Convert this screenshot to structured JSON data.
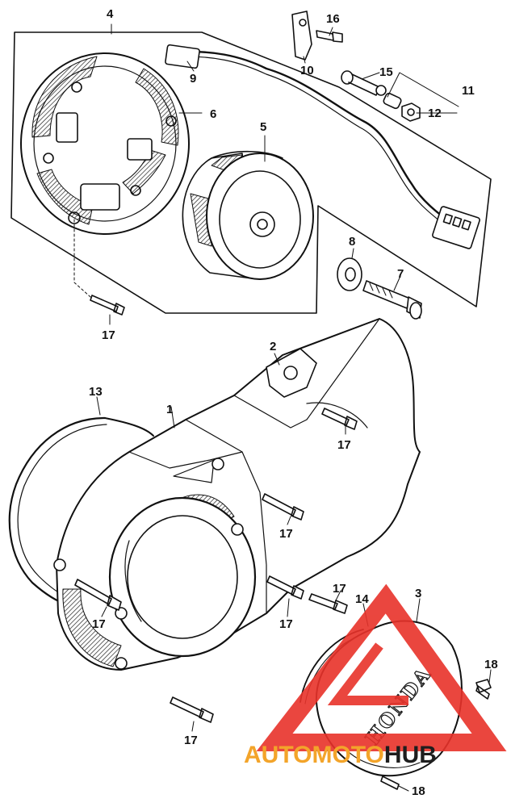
{
  "diagram": {
    "callouts": [
      {
        "id": "c4",
        "label": "4"
      },
      {
        "id": "c16",
        "label": "16"
      },
      {
        "id": "c9",
        "label": "9"
      },
      {
        "id": "c10",
        "label": "10"
      },
      {
        "id": "c15",
        "label": "15"
      },
      {
        "id": "c11",
        "label": "11"
      },
      {
        "id": "c12",
        "label": "12"
      },
      {
        "id": "c6",
        "label": "6"
      },
      {
        "id": "c5",
        "label": "5"
      },
      {
        "id": "c8",
        "label": "8"
      },
      {
        "id": "c7",
        "label": "7"
      },
      {
        "id": "c17a",
        "label": "17"
      },
      {
        "id": "c2",
        "label": "2"
      },
      {
        "id": "c13",
        "label": "13"
      },
      {
        "id": "c1",
        "label": "1"
      },
      {
        "id": "c17b",
        "label": "17"
      },
      {
        "id": "c17c",
        "label": "17"
      },
      {
        "id": "c17d",
        "label": "17"
      },
      {
        "id": "c17e",
        "label": "17"
      },
      {
        "id": "c17f",
        "label": "17"
      },
      {
        "id": "c14",
        "label": "14"
      },
      {
        "id": "c3",
        "label": "3"
      },
      {
        "id": "c18a",
        "label": "18"
      },
      {
        "id": "c17g",
        "label": "17"
      },
      {
        "id": "c18b",
        "label": "18"
      }
    ],
    "cover_emblem_text": "HONDA"
  },
  "watermark": {
    "part1": "AUTOMOTO",
    "part2": "HUB",
    "color_primary": "#e8322a",
    "color_secondary": "#f3a42a",
    "color_dark": "#1e1e1e"
  }
}
